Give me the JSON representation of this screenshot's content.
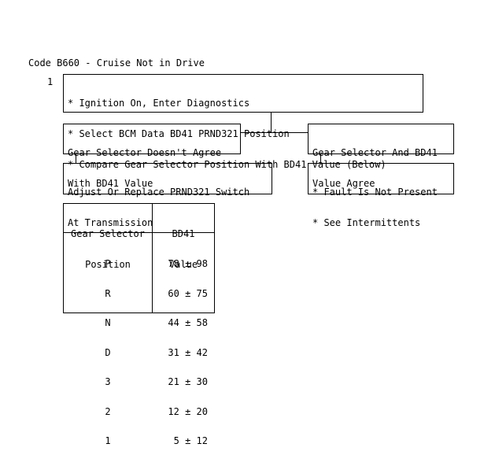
{
  "title": "Code B660 - Cruise Not in Drive",
  "step_number": "1",
  "step1_lines": [
    "* Ignition On, Enter Diagnostics",
    "* Select BCM Data BD41 PRND321 Position",
    "* Compare Gear Selector Position With BD41 Value (Below)"
  ],
  "left_branch": {
    "condition_lines": [
      "Gear Selector Doesn't Agree",
      "With BD41 Value"
    ],
    "action_lines": [
      "Adjust Or Replace PRND321 Switch",
      "At Transmission"
    ]
  },
  "right_branch": {
    "condition_lines": [
      "Gear Selector And BD41",
      "Value Agree"
    ],
    "action_lines": [
      "* Fault Is Not Present",
      "* See Intermittents"
    ]
  },
  "value_table": {
    "header_position": [
      "Gear Selector",
      "Position"
    ],
    "header_value": [
      "BD41",
      "Value"
    ],
    "rows": [
      {
        "position": "P",
        "value": "78 ± 98"
      },
      {
        "position": "R",
        "value": "60 ± 75"
      },
      {
        "position": "N",
        "value": "44 ± 58"
      },
      {
        "position": "D",
        "value": "31 ± 42"
      },
      {
        "position": "3",
        "value": "21 ± 30"
      },
      {
        "position": "2",
        "value": "12 ± 20"
      },
      {
        "position": "1",
        "value": "5 ± 12"
      }
    ]
  }
}
